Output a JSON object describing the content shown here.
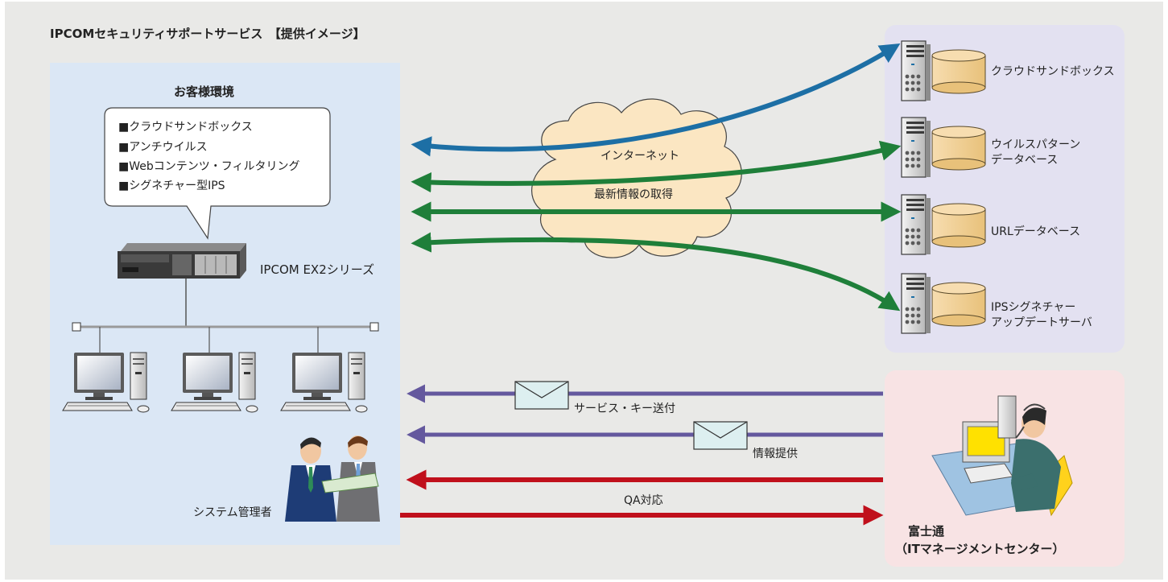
{
  "title": "IPCOMセキュリティサポートサービス　【提供イメージ】",
  "customer_env": {
    "label": "お客様環境",
    "features": [
      "■クラウドサンドボックス",
      "■アンチウイルス",
      "■Webコンテンツ・フィルタリング",
      "■シグネチャー型IPS"
    ],
    "device_label": "IPCOM EX2シリーズ",
    "admin_label": "システム管理者"
  },
  "cloud": {
    "label": "インターネット",
    "sublabel": "最新情報の取得"
  },
  "servers": [
    {
      "lines": [
        "クラウドサンドボックス"
      ]
    },
    {
      "lines": [
        "ウイルスパターン",
        "データベース"
      ]
    },
    {
      "lines": [
        "URLデータベース"
      ]
    },
    {
      "lines": [
        "IPSシグネチャー",
        "アップデートサーバ"
      ]
    }
  ],
  "flows": {
    "service_key": "サービス・キー送付",
    "info": "情報提供",
    "qa": "QA対応"
  },
  "fujitsu": {
    "name": "富士通",
    "center": "（ITマネージメントセンター）"
  },
  "colors": {
    "background": "#e9e9e7",
    "customer_panel": "#dbe7f5",
    "server_panel": "#e3e1f1",
    "fujitsu_panel": "#f8e3e4",
    "blue_arrow": "#1d6fa5",
    "green_arrow": "#1f7f3a",
    "purple_arrow": "#64589e",
    "red_arrow": "#c0101c",
    "cylinder": "#f2d49a",
    "cloud": "#fbe6c2"
  }
}
